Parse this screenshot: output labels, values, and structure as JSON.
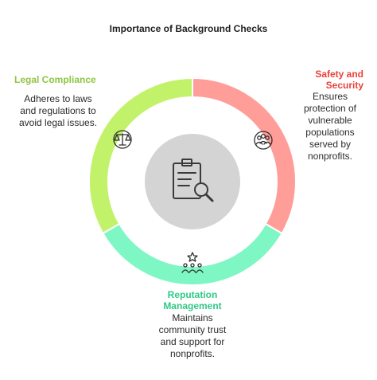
{
  "title": "Importance of Background Checks",
  "segments": [
    {
      "key": "legal",
      "title": "Legal Compliance",
      "description_lines": [
        "Adheres to laws",
        "and regulations to",
        "avoid legal issues."
      ],
      "color": "#c2f26a",
      "label_color": "#8fc641",
      "icon": "scales-icon"
    },
    {
      "key": "safety",
      "title_lines": [
        "Safety and",
        "Security"
      ],
      "description_lines": [
        "Ensures",
        "protection of",
        "vulnerable",
        "populations",
        "served by",
        "nonprofits."
      ],
      "color": "#ff9d99",
      "label_color": "#e8423a",
      "icon": "people-group-icon"
    },
    {
      "key": "reputation",
      "title_lines": [
        "Reputation",
        "Management"
      ],
      "description_lines": [
        "Maintains",
        "community trust",
        "and support for",
        "nonprofits."
      ],
      "color": "#7ff7c4",
      "label_color": "#2fc987",
      "icon": "star-people-icon"
    }
  ],
  "center": {
    "icon": "clipboard-search-icon",
    "color": "#d4d4d4"
  }
}
